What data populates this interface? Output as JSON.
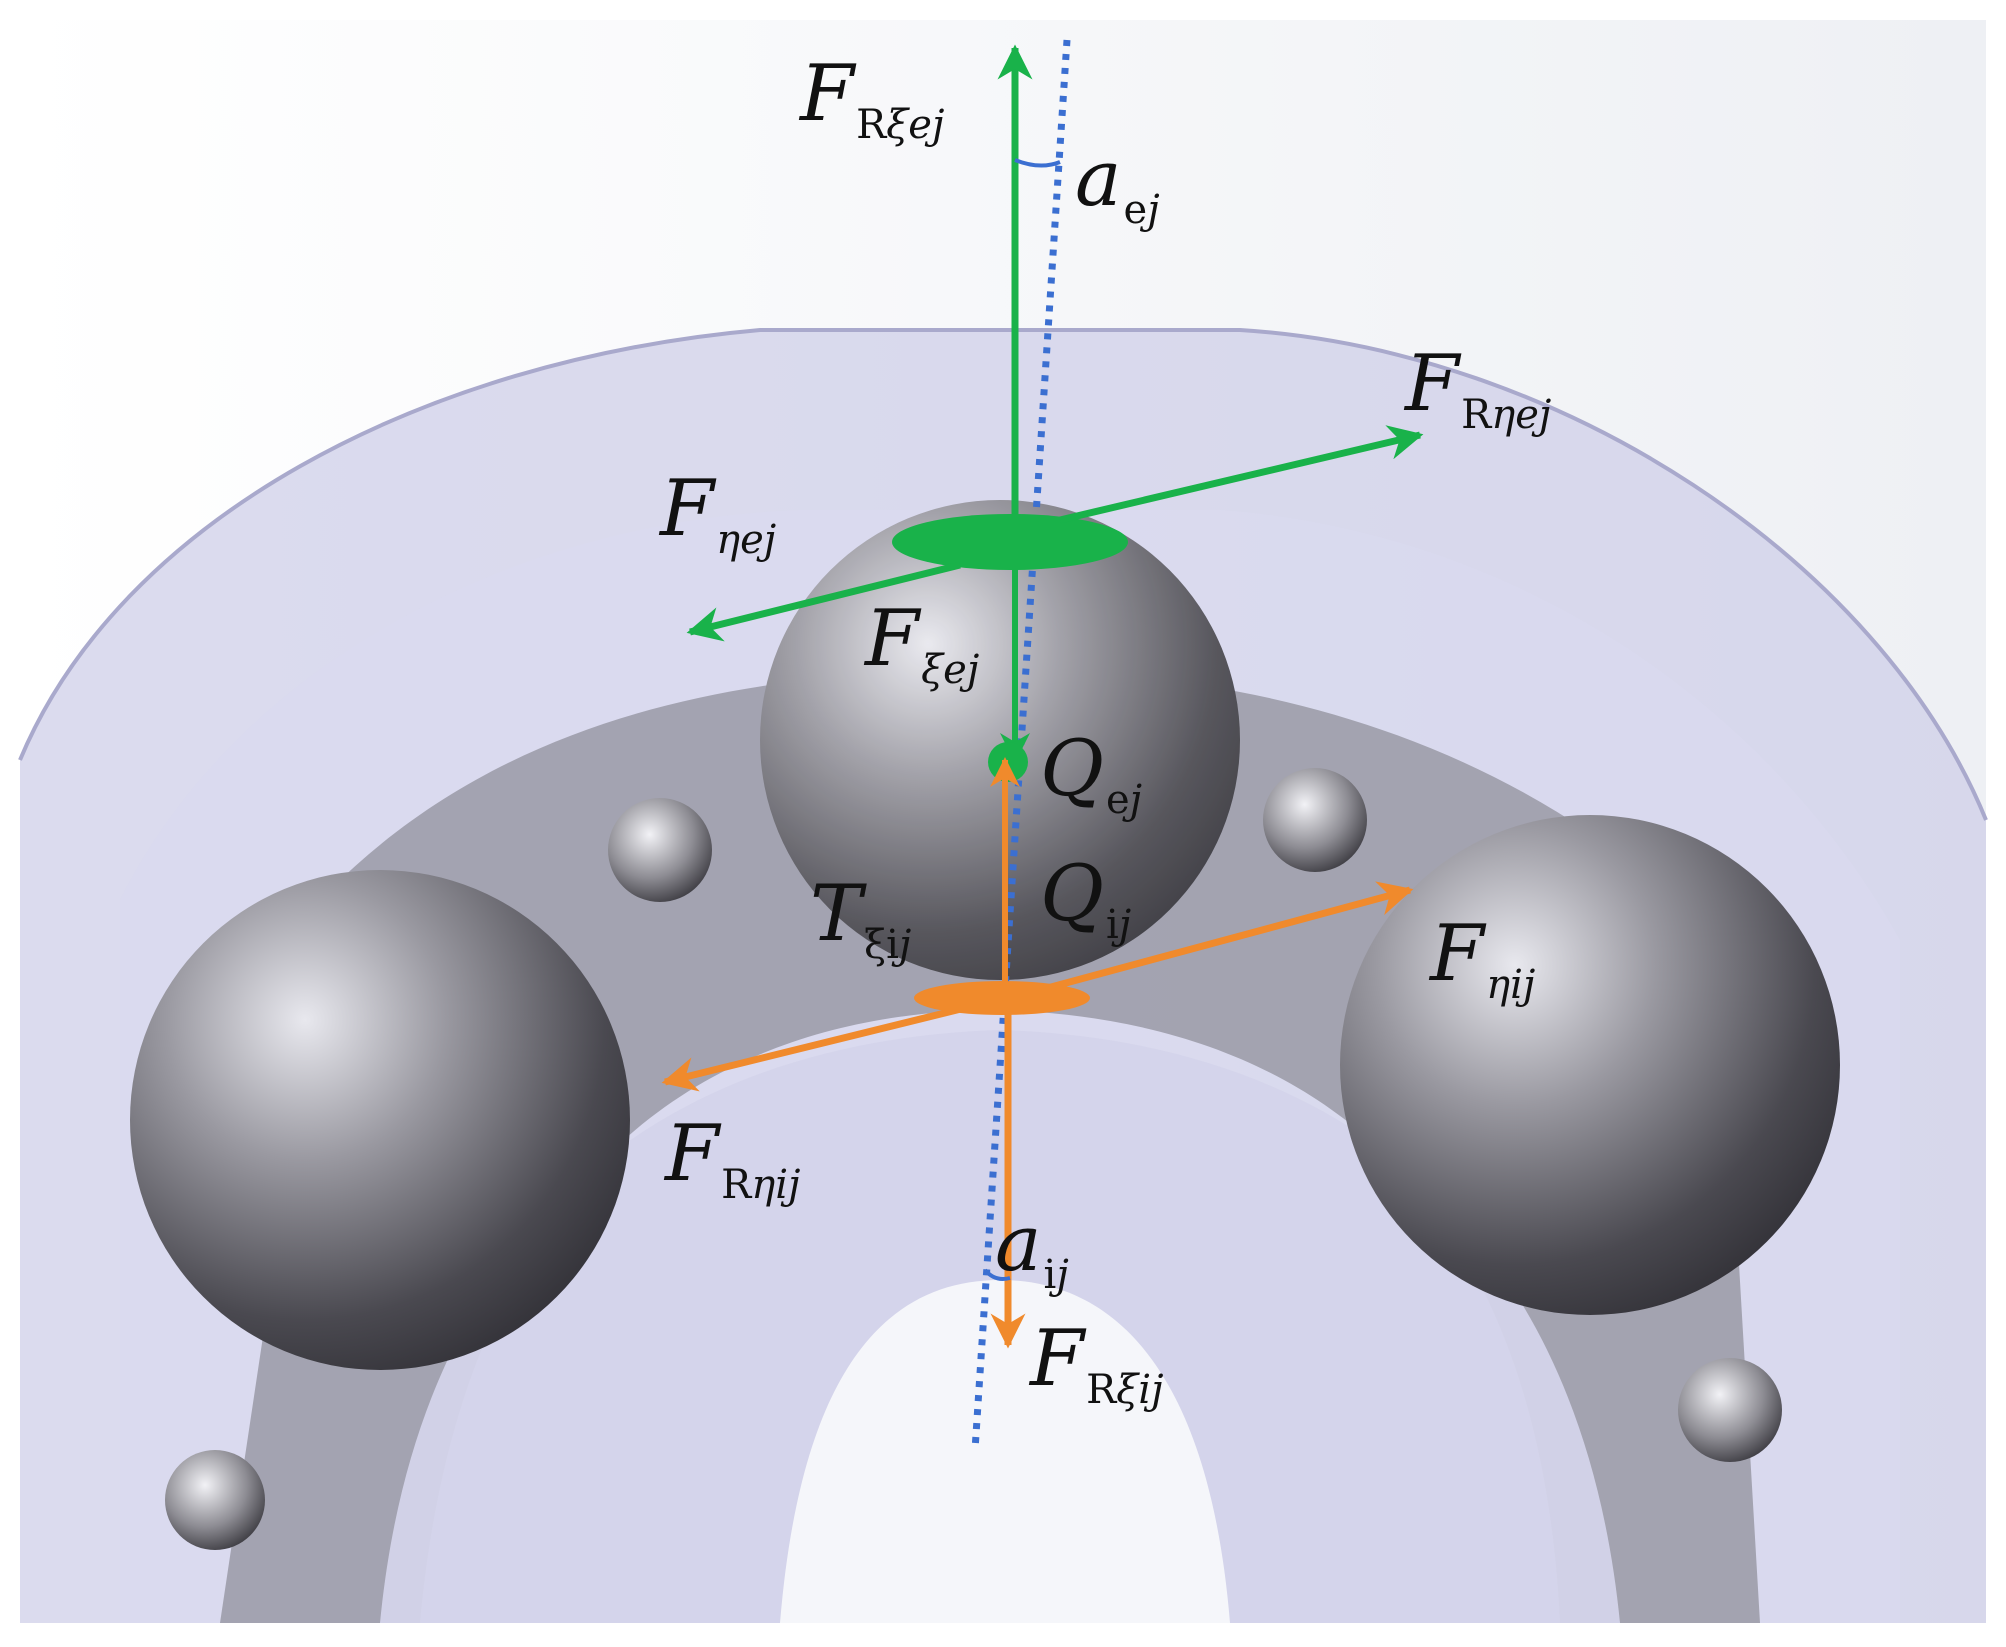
{
  "diagram": {
    "colors": {
      "outer_force": "#19b24a",
      "inner_force": "#f08a2c",
      "axis_dotted": "#3b6fd1",
      "ring": "#c9c9e6",
      "ball": "#6d6c73",
      "cage": "#88878e"
    },
    "labels": {
      "F_Rxi_ej": {
        "main": "F",
        "sub_a": "R",
        "sub_b": "ξej"
      },
      "a_ej": {
        "main": "a",
        "sub_a": "e",
        "sub_b": "j"
      },
      "F_Reta_ej": {
        "main": "F",
        "sub_a": "R",
        "sub_b": "ηej"
      },
      "F_eta_ej": {
        "main": "F",
        "sub_a": "",
        "sub_b": "ηej"
      },
      "F_xi_ej": {
        "main": "F",
        "sub_a": "",
        "sub_b": "ξej"
      },
      "Q_ej": {
        "main": "Q",
        "sub_a": "e",
        "sub_b": "j"
      },
      "Q_ij": {
        "main": "Q",
        "sub_a": "i",
        "sub_b": "j"
      },
      "T_xi_ij": {
        "main": "T",
        "sub_a": "ξi",
        "sub_b": "j"
      },
      "F_eta_ij": {
        "main": "F",
        "sub_a": "",
        "sub_b": "ηij"
      },
      "F_Reta_ij": {
        "main": "F",
        "sub_a": "R",
        "sub_b": "ηij"
      },
      "a_ij": {
        "main": "a",
        "sub_a": "i",
        "sub_b": "j"
      },
      "F_Rxi_ij": {
        "main": "F",
        "sub_a": "R",
        "sub_b": "ξij"
      }
    }
  }
}
